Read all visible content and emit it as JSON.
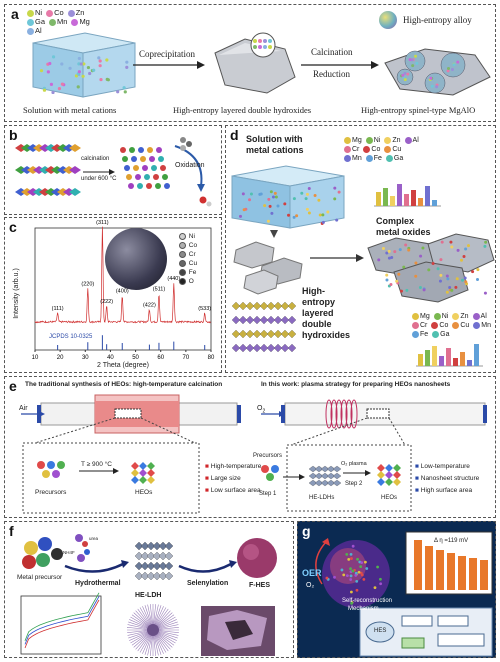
{
  "panel_a": {
    "label": "a",
    "legend": [
      {
        "name": "Ni",
        "color": "#c8d84a"
      },
      {
        "name": "Co",
        "color": "#e87aa8"
      },
      {
        "name": "Zn",
        "color": "#9b8fd8"
      },
      {
        "name": "Ga",
        "color": "#6fc7d8"
      },
      {
        "name": "Mn",
        "color": "#7fb86a"
      },
      {
        "name": "Mg",
        "color": "#c86ad8"
      },
      {
        "name": "Al",
        "color": "#8ab0e0"
      }
    ],
    "step1": "Coprecipitation",
    "step2a": "Calcination",
    "step2b": "Reduction",
    "cap1": "Solution with metal cations",
    "cap2": "High-entropy layered double hydroxides",
    "cap3": "High-entropy spinel-type MgAlO",
    "alloy": "High-entropy alloy"
  },
  "panel_b": {
    "label": "b",
    "cond1": "calcination",
    "cond2": "under 600 °C",
    "oxidation": "Oxidation"
  },
  "panel_c": {
    "label": "c",
    "ylabel": "Intensity (arb.u.)",
    "xlabel": "2 Theta (degree)",
    "jcpds": "JCPDS 10-0325",
    "legend": [
      "Ni",
      "Co",
      "Cr",
      "Cu",
      "Fe",
      "O"
    ],
    "legend_colors": [
      "#cfcfcf",
      "#b0b0b0",
      "#8a8a8a",
      "#666666",
      "#444444",
      "#222222"
    ],
    "peaks": [
      {
        "label": "(111)",
        "x": 19
      },
      {
        "label": "(220)",
        "x": 31
      },
      {
        "label": "(311)",
        "x": 36.8
      },
      {
        "label": "(222)",
        "x": 38.5
      },
      {
        "label": "(400)",
        "x": 44.7
      },
      {
        "label": "(422)",
        "x": 55.5
      },
      {
        "label": "(511)",
        "x": 59.3
      },
      {
        "label": "(440)",
        "x": 65.2
      },
      {
        "label": "(533)",
        "x": 77.5
      }
    ],
    "xticks": [
      "10",
      "20",
      "30",
      "40",
      "50",
      "60",
      "70",
      "80"
    ]
  },
  "panel_d": {
    "label": "d",
    "t1a": "Solution with",
    "t1b": "metal cations",
    "t2a": "High-",
    "t2b": "entropy",
    "t2c": "layered",
    "t2d": "double",
    "t2e": "hydroxides",
    "t3a": "Complex",
    "t3b": "metal oxides",
    "legend": [
      {
        "name": "Mg",
        "color": "#e0c040"
      },
      {
        "name": "Ni",
        "color": "#7ab850"
      },
      {
        "name": "Zn",
        "color": "#f0d060"
      },
      {
        "name": "Al",
        "color": "#9a60c8"
      },
      {
        "name": "Cr",
        "color": "#e07090"
      },
      {
        "name": "Co",
        "color": "#d04040"
      },
      {
        "name": "Cu",
        "color": "#e89040"
      },
      {
        "name": "Mn",
        "color": "#7070d0"
      },
      {
        "name": "Fe",
        "color": "#60a0d8"
      },
      {
        "name": "Ga",
        "color": "#50c0b0"
      }
    ]
  },
  "panel_e": {
    "label": "e",
    "left_title": "The traditional synthesis of HEOs: high-temperature calcination",
    "right_title": "In this work: plasma strategy for preparing HEOs nanosheets",
    "air": "Air",
    "o2": "O",
    "precursors_l": "Precursors",
    "cond": "T ≥ 900 °C",
    "heos_l": "HEOs",
    "left_bullets": [
      "High-temperature",
      "Large size",
      "Low surface area"
    ],
    "precursors_r": "Precursors",
    "step1": "Step 1",
    "step2": "Step 2",
    "heldh": "HE-LDHs",
    "plasma": "O₂ plasma",
    "heos_r": "HEOs",
    "right_bullets": [
      "Low-temperature",
      "Nanosheet structure",
      "High surface area"
    ]
  },
  "panel_f": {
    "label": "f",
    "metal": "Metal precursor",
    "hydro": "Hydrothermal",
    "heldh": "HE-LDH",
    "selen": "Selenylation",
    "fhes": "F-HES",
    "chem1": "NH4F",
    "chem2": "urea"
  },
  "panel_g": {
    "label": "g",
    "oer": "OER",
    "o2": "O₂",
    "delta": "Δ η =119 mV",
    "self_a": "Self-reconstruction",
    "self_b": "Mechanism",
    "hes": "HES"
  }
}
